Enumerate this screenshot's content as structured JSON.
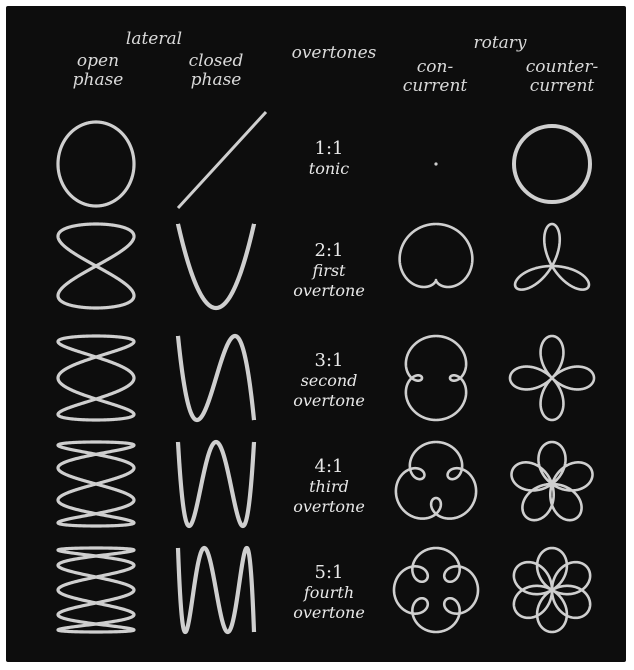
{
  "headers": {
    "lateral": "lateral",
    "open_phase": "open\nphase",
    "closed_phase": "closed\nphase",
    "overtones": "overtones",
    "rotary": "rotary",
    "concurrent": "con-\ncurrent",
    "countercurrent": "counter-\ncurrent"
  },
  "rows": [
    {
      "ratio": "1:1",
      "name1": "tonic",
      "name2": "",
      "n": 1
    },
    {
      "ratio": "2:1",
      "name1": "first",
      "name2": "overtone",
      "n": 2
    },
    {
      "ratio": "3:1",
      "name1": "second",
      "name2": "overtone",
      "n": 3
    },
    {
      "ratio": "4:1",
      "name1": "third",
      "name2": "overtone",
      "n": 4
    },
    {
      "ratio": "5:1",
      "name1": "fourth",
      "name2": "overtone",
      "n": 5
    }
  ],
  "colors": {
    "background": "#0d0d0d",
    "stroke": "#cfcfcf",
    "text": "#e8e8e8"
  }
}
